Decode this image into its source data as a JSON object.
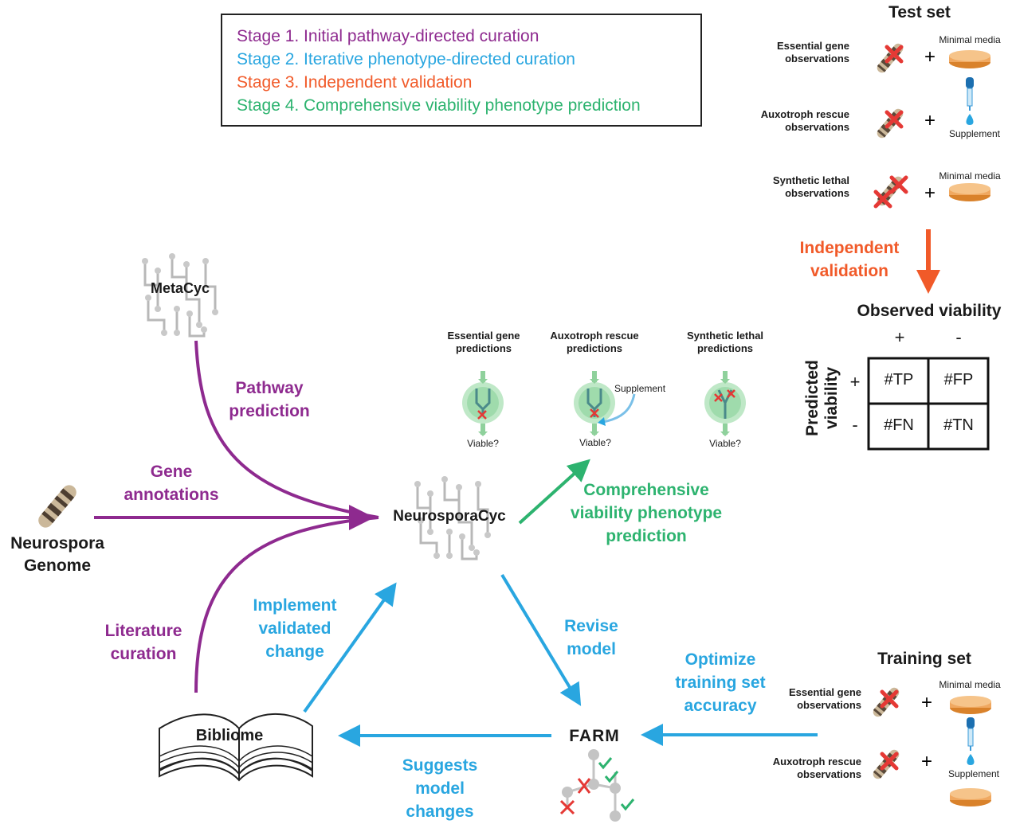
{
  "legend": {
    "stage1": "Stage 1. Initial pathway-directed curation",
    "stage2": "Stage 2. Iterative phenotype-directed curation",
    "stage3": "Stage 3. Independent validation",
    "stage4": "Stage 4. Comprehensive viability phenotype prediction"
  },
  "colors": {
    "purple": "#8e2a8f",
    "cyan": "#29a6e0",
    "orange": "#f15a29",
    "green": "#2db36f",
    "red": "#e53935",
    "dish": "#f0a860"
  },
  "nodes": {
    "metacyc": "MetaCyc",
    "neurosporacyc": "NeurosporaCyc",
    "genome": "Neurospora\nGenome",
    "bibliome": "Bibliome",
    "farm": "FARM"
  },
  "edges": {
    "pathway_prediction": "Pathway\nprediction",
    "gene_annotations": "Gene\nannotations",
    "literature_curation": "Literature\ncuration",
    "implement_validated_change": "Implement\nvalidated\nchange",
    "revise_model": "Revise\nmodel",
    "suggests_model_changes": "Suggests\nmodel\nchanges",
    "optimize_training_set_accuracy": "Optimize\ntraining set\naccuracy",
    "comprehensive_prediction": "Comprehensive\nviability phenotype\nprediction",
    "independent_validation": "Independent\nvalidation"
  },
  "test_set": {
    "title": "Test set",
    "rows": [
      {
        "label": "Essential gene\nobservations",
        "extra": "Minimal media"
      },
      {
        "label": "Auxotroph rescue\nobservations",
        "extra": "Supplement"
      },
      {
        "label": "Synthetic lethal\nobservations",
        "extra": "Minimal media"
      }
    ],
    "plus": "+"
  },
  "training_set": {
    "title": "Training set",
    "rows": [
      {
        "label": "Essential gene\nobservations",
        "extra": "Minimal media"
      },
      {
        "label": "Auxotroph rescue\nobservations",
        "extra": "Supplement"
      }
    ],
    "plus": "+"
  },
  "predictions": {
    "items": [
      {
        "label": "Essential gene\npredictions",
        "viable": "Viable?"
      },
      {
        "label": "Auxotroph rescue\npredictions",
        "viable": "Viable?",
        "supplement": "Supplement"
      },
      {
        "label": "Synthetic lethal\npredictions",
        "viable": "Viable?"
      }
    ]
  },
  "confusion": {
    "observed_title": "Observed viability",
    "predicted_title": "Predicted\nviability",
    "col_plus": "+",
    "col_minus": "-",
    "row_plus": "+",
    "row_minus": "-",
    "tp": "#TP",
    "fp": "#FP",
    "fn": "#FN",
    "tn": "#TN"
  }
}
